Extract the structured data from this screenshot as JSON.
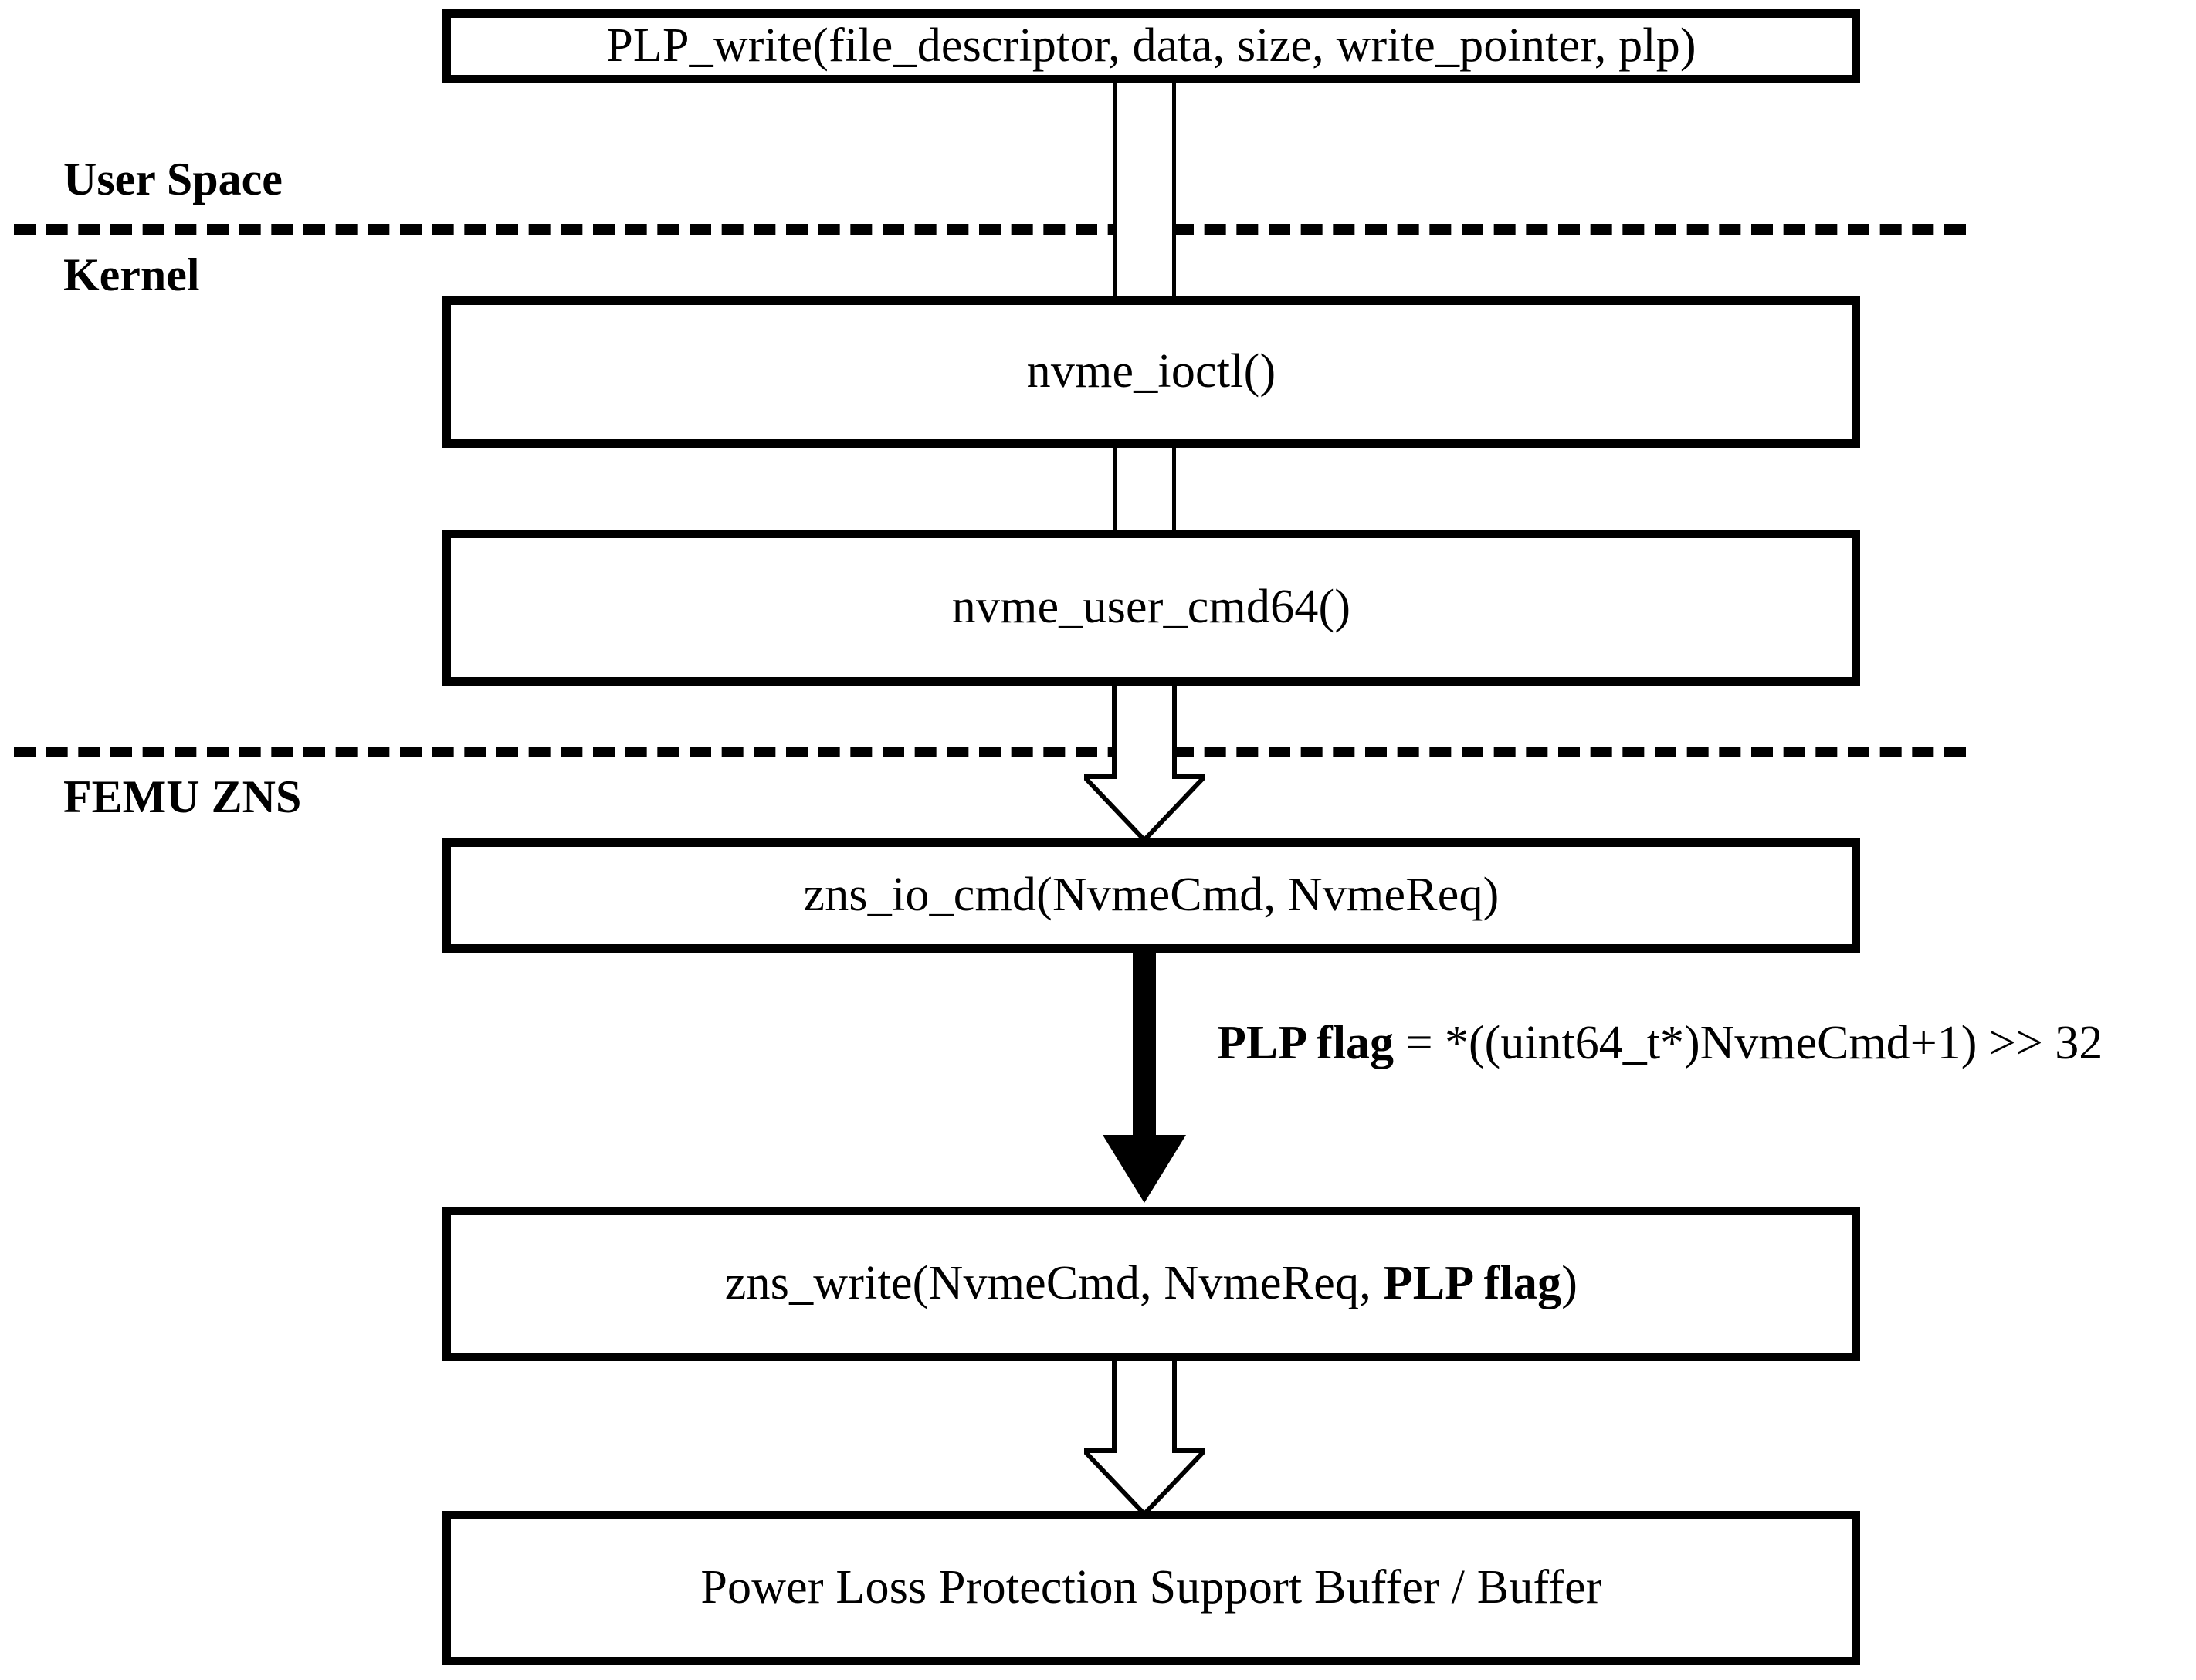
{
  "diagram": {
    "title": "PLP write call flow through kernel and FEMU ZNS",
    "background_color": "#ffffff",
    "line_color": "#000000"
  },
  "regions": [
    {
      "id": "user-space",
      "label": "User Space"
    },
    {
      "id": "kernel",
      "label": "Kernel"
    },
    {
      "id": "femu-zns",
      "label": "FEMU ZNS"
    }
  ],
  "boxes": [
    {
      "id": "plp-write",
      "label": "PLP_write(file_descriptor, data, size, write_pointer, plp)"
    },
    {
      "id": "nvme-ioctl",
      "label": "nvme_ioctl()"
    },
    {
      "id": "nvme-user-cmd64",
      "label": "nvme_user_cmd64()"
    },
    {
      "id": "zns-io-cmd",
      "label": "zns_io_cmd(NvmeCmd, NvmeReq)"
    },
    {
      "id": "zns-write",
      "label_before": "zns_write(NvmeCmd, NvmeReq, ",
      "label_bold": "PLP flag",
      "label_after": ")"
    },
    {
      "id": "plp-buffer",
      "label": "Power Loss Protection Support Buffer / Buffer"
    }
  ],
  "annotations": [
    {
      "id": "plp-flag-formula",
      "bold_part": "PLP flag",
      "rest": " = *((uint64_t*)NvmeCmd+1) >> 32"
    }
  ],
  "connectors": [
    {
      "id": "plp-write-to-nvme-ioctl",
      "type": "open-channel"
    },
    {
      "id": "nvme-ioctl-to-nvme-user-cmd64",
      "type": "open-channel"
    },
    {
      "id": "nvme-user-cmd64-to-zns-io-cmd",
      "type": "hollow-block-arrow"
    },
    {
      "id": "zns-io-cmd-to-zns-write",
      "type": "solid-arrow"
    },
    {
      "id": "zns-write-to-plp-buffer",
      "type": "hollow-block-arrow"
    }
  ]
}
